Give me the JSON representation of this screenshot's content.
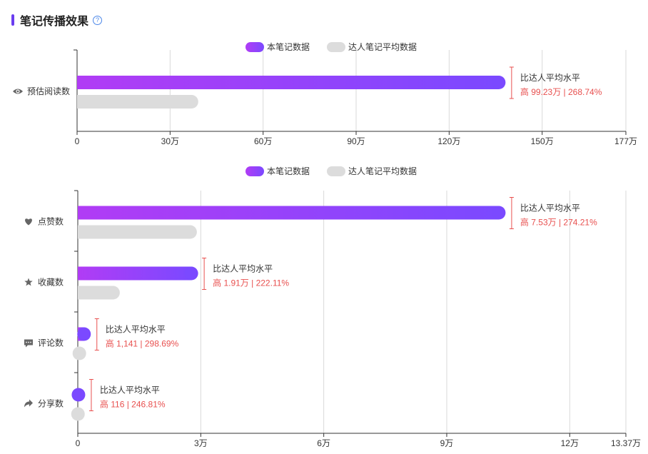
{
  "header": {
    "title": "笔记传播效果",
    "help_icon": "?"
  },
  "colors": {
    "note_start": "#b13cf5",
    "note_end": "#7b49ff",
    "avg": "#dcdcdc",
    "high": "#e8504f",
    "accent": "#6a3df0"
  },
  "chart_data": [
    {
      "type": "bar",
      "orientation": "horizontal",
      "legend": [
        "本笔记数据",
        "达人笔记平均数据"
      ],
      "legend_position": "top-center",
      "grid": true,
      "xlim": [
        0,
        177
      ],
      "xticks": [
        {
          "value": 0,
          "label": "0"
        },
        {
          "value": 30,
          "label": "30万"
        },
        {
          "value": 60,
          "label": "60万"
        },
        {
          "value": 90,
          "label": "90万"
        },
        {
          "value": 120,
          "label": "120万"
        },
        {
          "value": 150,
          "label": "150万"
        },
        {
          "value": 177,
          "label": "177万"
        }
      ],
      "categories": [
        {
          "label": "预估阅读数",
          "icon": "eye-icon",
          "note": 136,
          "avg": 36.9,
          "annotation_title": "比达人平均水平",
          "annotation_value": "高 99.23万 | 268.74%"
        }
      ]
    },
    {
      "type": "bar",
      "orientation": "horizontal",
      "legend": [
        "本笔记数据",
        "达人笔记平均数据"
      ],
      "legend_position": "top-center",
      "grid": true,
      "xlim": [
        0,
        13.37
      ],
      "xticks": [
        {
          "value": 0,
          "label": "0"
        },
        {
          "value": 3,
          "label": "3万"
        },
        {
          "value": 6,
          "label": "6万"
        },
        {
          "value": 9,
          "label": "9万"
        },
        {
          "value": 12,
          "label": "12万"
        },
        {
          "value": 13.37,
          "label": "13.37万"
        }
      ],
      "categories": [
        {
          "label": "点赞数",
          "icon": "heart-icon",
          "note": 10.27,
          "avg": 2.74,
          "annotation_title": "比达人平均水平",
          "annotation_value": "高 7.53万 | 274.21%"
        },
        {
          "label": "收藏数",
          "icon": "star-icon",
          "note": 2.77,
          "avg": 0.86,
          "annotation_title": "比达人平均水平",
          "annotation_value": "高 1.91万 | 222.11%"
        },
        {
          "label": "评论数",
          "icon": "comment-icon",
          "note": 0.1523,
          "avg": 0.0382,
          "annotation_title": "比达人平均水平",
          "annotation_value": "高 1,141 | 298.69%"
        },
        {
          "label": "分享数",
          "icon": "share-icon",
          "note": 0.0163,
          "avg": 0.0047,
          "annotation_title": "比达人平均水平",
          "annotation_value": "高 116 | 246.81%"
        }
      ]
    }
  ]
}
